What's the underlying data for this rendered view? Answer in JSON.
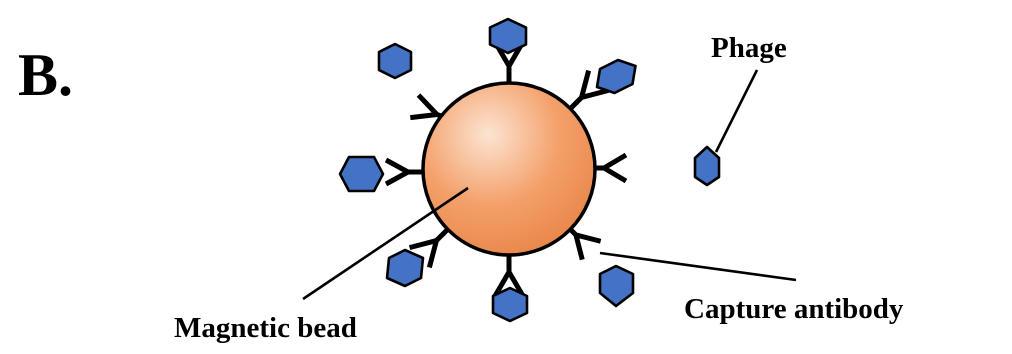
{
  "figure": {
    "panel_label": "B.",
    "labels": {
      "phage": "Phage",
      "magnetic_bead": "Magnetic bead",
      "capture_antibody": "Capture antibody"
    },
    "colors": {
      "bead_highlight": "#FCE4D2",
      "bead_fill": "#F4A06A",
      "bead_shade": "#E8864A",
      "phage_fill": "#4472C4",
      "outline": "#000000"
    },
    "counts": {
      "capture_antibodies": 8,
      "bound_phages": 5,
      "free_phages": 3
    }
  }
}
